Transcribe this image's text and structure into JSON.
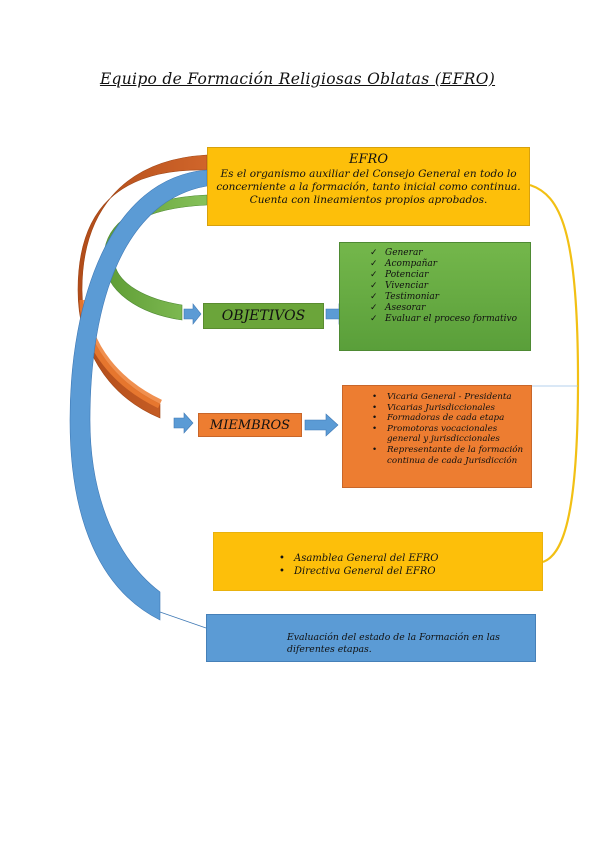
{
  "title": "Equipo de Formación Religiosas Oblatas (EFRO)",
  "efro": {
    "heading": "EFRO",
    "lines": [
      "Es el organismo auxiliar del Consejo General en todo lo",
      "concerniente a la formación, tanto inicial como continua.",
      "Cuenta con lineamientos propios aprobados."
    ]
  },
  "objetivos": {
    "label": "OBJETIVOS",
    "check_glyph": "✓",
    "items": [
      "Generar",
      "Acompañar",
      "Potenciar",
      "Vivenciar",
      "Testimoniar",
      "Asesorar",
      "Evaluar el proceso formativo"
    ]
  },
  "miembros": {
    "label": "MIEMBROS",
    "bullet_glyph": "•",
    "items": [
      "Vicaria General  - Presidenta",
      "Vicarias Jurisdiccionales",
      "Formadoras de cada etapa",
      "Promotoras vocacionales general y jurisdiccionales",
      "Representante de la formación continua de cada Jurisdicción"
    ]
  },
  "asamblea": {
    "bullet_glyph": "•",
    "items": [
      "Asamblea General del EFRO",
      "Directiva General del EFRO"
    ]
  },
  "evaluacion": {
    "text": "Evaluación del estado de la Formación en las diferentes etapas."
  },
  "colors": {
    "yellow": "#fdbf0a",
    "green": "#6ba53a",
    "orange": "#ed7d31",
    "blue": "#5b9bd5",
    "brown": "#c2571f"
  }
}
